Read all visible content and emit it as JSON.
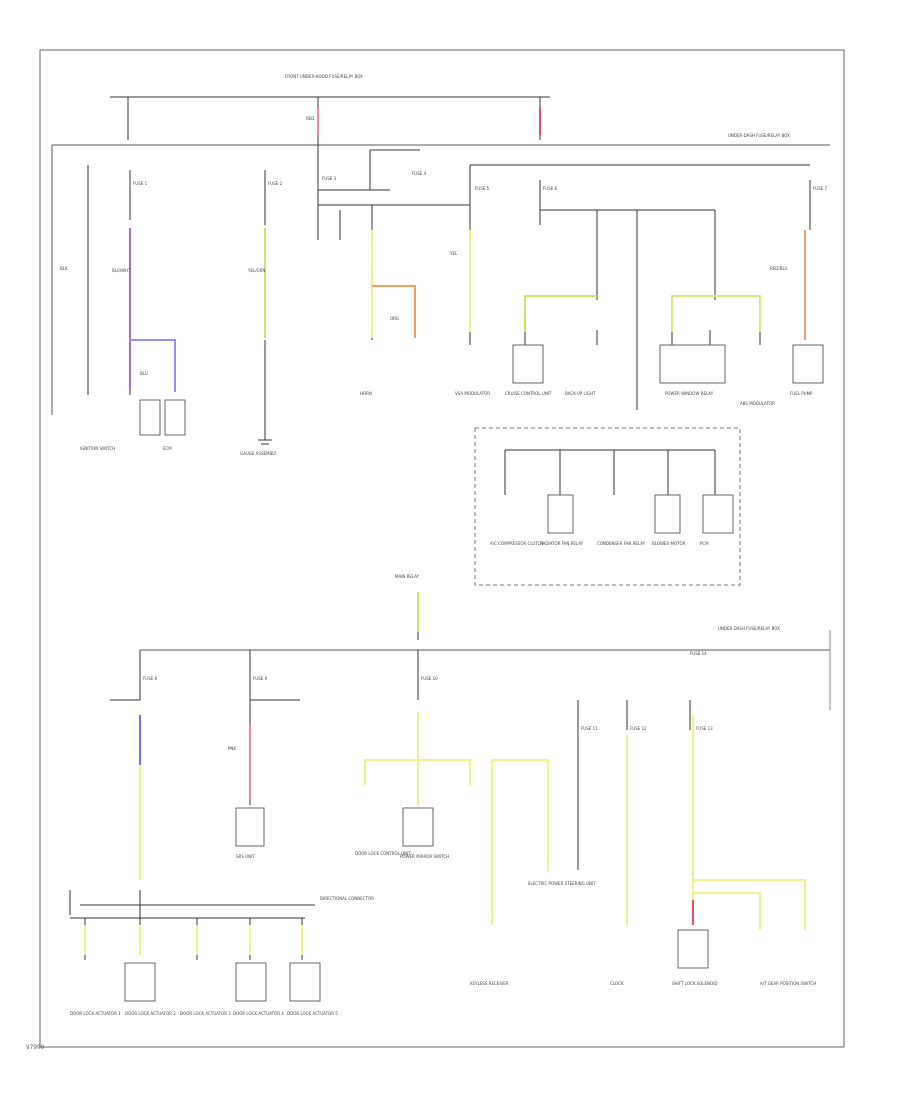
{
  "diagram": {
    "reference_code": "V7990",
    "labels": {
      "top_bus": "FRONT UNDER-HOOD FUSE/RELAY BOX",
      "upper_junction": "UNDER-DASH FUSE/RELAY BOX",
      "lower_junction": "UNDER-DASH FUSE/RELAY BOX",
      "main_switch": "MAIN RELAY",
      "connector_group": "DIRECTIONAL CONNECTOR"
    },
    "fuses": [
      "FUSE 1",
      "FUSE 2",
      "FUSE 3",
      "FUSE 4",
      "FUSE 5",
      "FUSE 6",
      "FUSE 7",
      "FUSE 8",
      "FUSE 9",
      "FUSE 10",
      "FUSE 11",
      "FUSE 12",
      "FUSE 13",
      "FUSE 14"
    ],
    "wire_colors": {
      "purple": "BLU/WHT",
      "blue": "BLU",
      "yellow_green": "YEL/GRN",
      "yellow": "YEL",
      "orange": "ORG",
      "red": "RED",
      "pink": "PNK",
      "salmon": "RED/BLU",
      "black": "BLK"
    },
    "components_top": [
      "IGNITION SWITCH",
      "ECM",
      "GAUGE ASSEMBLY",
      "HORN",
      "VSA MODULATOR",
      "CRUISE CONTROL UNIT",
      "POWER WINDOW RELAY",
      "ABS MODULATOR",
      "BACK-UP LIGHT",
      "FUEL PUMP"
    ],
    "components_mid": [
      "A/C COMPRESSOR CLUTCH",
      "RADIATOR FAN RELAY",
      "CONDENSER FAN RELAY",
      "BLOWER MOTOR",
      "PCM"
    ],
    "components_bottom": [
      "DOOR LOCK CONTROL UNIT",
      "SRS UNIT",
      "POWER MIRROR SWITCH",
      "KEYLESS RECEIVER",
      "ELECTRIC POWER STEERING UNIT",
      "CLOCK",
      "SHIFT LOCK SOLENOID",
      "A/T GEAR POSITION SWITCH",
      "DOOR LOCK ACTUATOR 1",
      "DOOR LOCK ACTUATOR 2",
      "DOOR LOCK ACTUATOR 3",
      "DOOR LOCK ACTUATOR 4",
      "DOOR LOCK ACTUATOR 5"
    ]
  }
}
